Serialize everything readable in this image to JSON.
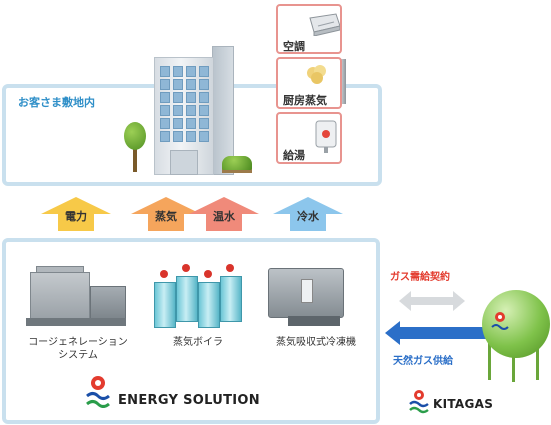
{
  "premises": {
    "title": "お客さま敷地内",
    "equipment": [
      {
        "label": "空調",
        "icon": "air-conditioner-icon"
      },
      {
        "label": "厨房蒸気",
        "icon": "kitchen-steamer-icon"
      },
      {
        "label": "給湯",
        "icon": "water-heater-icon"
      }
    ]
  },
  "supply_arrows": [
    {
      "label": "電力",
      "color": "#f7c948"
    },
    {
      "label": "蒸気",
      "color": "#f5a55c"
    },
    {
      "label": "温水",
      "color": "#f08a7a"
    },
    {
      "label": "冷水",
      "color": "#8cc6ec"
    }
  ],
  "solution": {
    "equipment": [
      {
        "label_line1": "コージェネレーション",
        "label_line2": "システム"
      },
      {
        "label_line1": "蒸気ボイラ",
        "label_line2": ""
      },
      {
        "label_line1": "蒸気吸収式冷凍機",
        "label_line2": ""
      }
    ],
    "brand": "ENERGY SOLUTION"
  },
  "gas": {
    "contract_label": "ガス需給契約",
    "supply_label": "天然ガス供給",
    "supplier_brand": "KITAGAS"
  },
  "colors": {
    "box_border": "#c9e0ee",
    "contract_red": "#e33b2e",
    "supply_blue": "#2b6fc8",
    "card_border": "#e8948f"
  }
}
